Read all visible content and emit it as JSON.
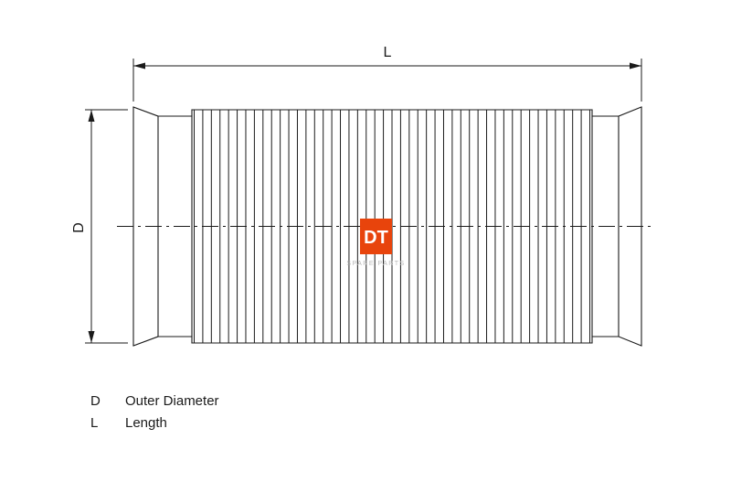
{
  "diagram": {
    "title_hint": "flexible corrugated exhaust pipe technical drawing",
    "dim_length_label": "L",
    "dim_diameter_label": "D",
    "corrugation_count": 47
  },
  "legend": {
    "rows": [
      {
        "symbol": "D",
        "label": "Outer Diameter"
      },
      {
        "symbol": "L",
        "label": "Length"
      }
    ]
  },
  "logo": {
    "text": "DT",
    "subtext": "SPARE PARTS",
    "color": "#e8440c"
  },
  "colors": {
    "line": "#1a1a1a",
    "background": "#ffffff"
  }
}
